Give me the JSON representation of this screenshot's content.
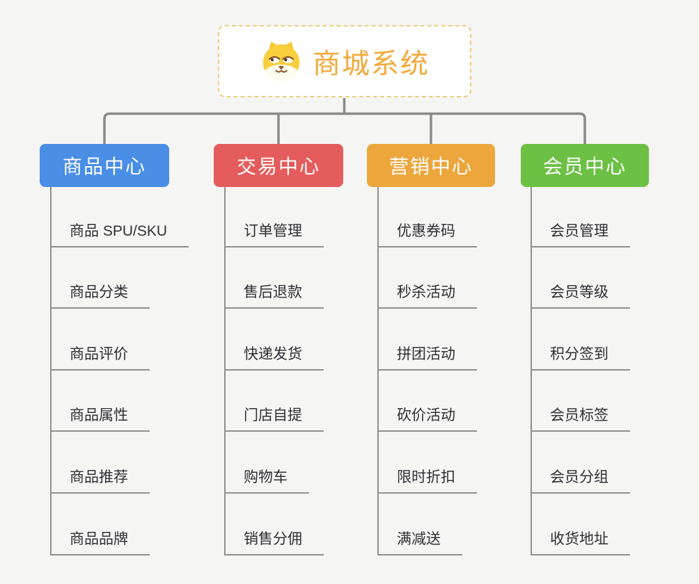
{
  "root": {
    "title": "商城系统",
    "icon": "dog-face-icon",
    "title_color": "#f2a93b",
    "border_color": "#f3c87e"
  },
  "branches": [
    {
      "label": "商品中心",
      "color": "#4a8ee6",
      "items": [
        "商品 SPU/SKU",
        "商品分类",
        "商品评价",
        "商品属性",
        "商品推荐",
        "商品品牌"
      ]
    },
    {
      "label": "交易中心",
      "color": "#e45c5c",
      "items": [
        "订单管理",
        "售后退款",
        "快递发货",
        "门店自提",
        "购物车",
        "销售分佣"
      ]
    },
    {
      "label": "营销中心",
      "color": "#eca63c",
      "items": [
        "优惠券码",
        "秒杀活动",
        "拼团活动",
        "砍价活动",
        "限时折扣",
        "满减送"
      ]
    },
    {
      "label": "会员中心",
      "color": "#6cc044",
      "items": [
        "会员管理",
        "会员等级",
        "积分签到",
        "会员标签",
        "会员分组",
        "收货地址"
      ]
    }
  ],
  "colors": {
    "background": "#f5f5f4",
    "connector": "#8a8a8a",
    "spine": "#8f8f8f",
    "underline": "#909090",
    "leaf_text": "#2f2f34"
  }
}
